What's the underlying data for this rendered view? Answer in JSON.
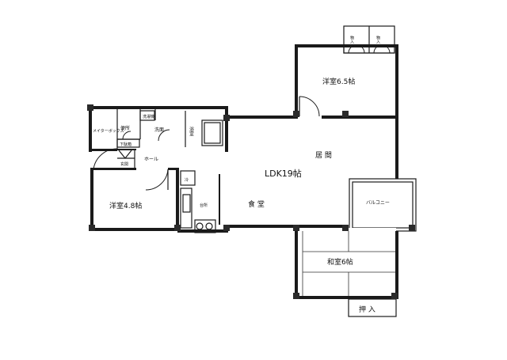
{
  "rooms": {
    "western_65": "洋室6.5帖",
    "western_48": "洋室4.8帖",
    "ldk": "LDK19帖",
    "living": "居 間",
    "dining": "食 堂",
    "japanese": "和室6帖",
    "balcony": "バルコニー",
    "oshiire": "押 入",
    "closet": "物入",
    "bath": "浴室",
    "washroom": "洗面",
    "washer": "洗濯機",
    "toilet": "便所",
    "meter": "メイターボックス",
    "shoebox": "下駄箱",
    "entrance": "玄関",
    "hall": "ホール",
    "kitchen": "台所",
    "fridge": "冷"
  }
}
